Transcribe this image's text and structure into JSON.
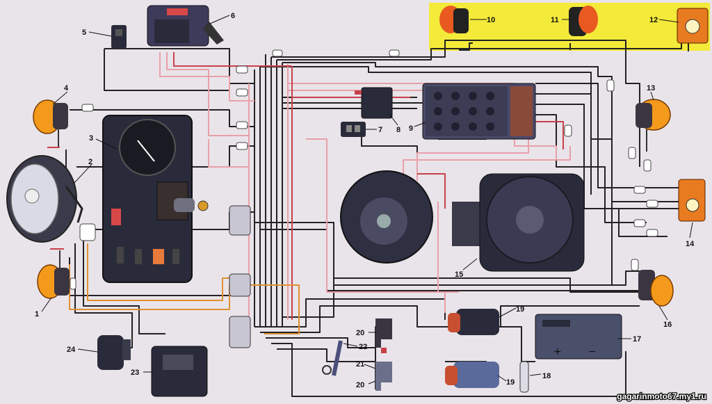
{
  "diagram": {
    "callouts": [
      {
        "id": "n1",
        "label": "1"
      },
      {
        "id": "n2",
        "label": "2"
      },
      {
        "id": "n3",
        "label": "3"
      },
      {
        "id": "n4",
        "label": "4"
      },
      {
        "id": "n5",
        "label": "5"
      },
      {
        "id": "n6",
        "label": "6"
      },
      {
        "id": "n7",
        "label": "7"
      },
      {
        "id": "n8",
        "label": "8"
      },
      {
        "id": "n9",
        "label": "9"
      },
      {
        "id": "n10",
        "label": "10"
      },
      {
        "id": "n11",
        "label": "11"
      },
      {
        "id": "n12",
        "label": "12"
      },
      {
        "id": "n13",
        "label": "13"
      },
      {
        "id": "n14",
        "label": "14"
      },
      {
        "id": "n15",
        "label": "15"
      },
      {
        "id": "n16",
        "label": "16"
      },
      {
        "id": "n17",
        "label": "17"
      },
      {
        "id": "n18",
        "label": "18"
      },
      {
        "id": "n19a",
        "label": "19"
      },
      {
        "id": "n19b",
        "label": "19"
      },
      {
        "id": "n20a",
        "label": "20"
      },
      {
        "id": "n20b",
        "label": "20"
      },
      {
        "id": "n21",
        "label": "21"
      },
      {
        "id": "n22",
        "label": "22"
      },
      {
        "id": "n23",
        "label": "23"
      },
      {
        "id": "n24",
        "label": "24"
      }
    ],
    "watermark": "gagarinmoto67.my1.ru",
    "colors": {
      "background": "#e9e4ea",
      "rear_panel": "#f4ea3a",
      "wire_dark": "#222222",
      "wire_pink": "#e8a0a8",
      "wire_red": "#c8404a",
      "wire_orange": "#e09030",
      "lamp_orange": "#f39a1c",
      "component_dark": "#2a2b3a"
    }
  }
}
